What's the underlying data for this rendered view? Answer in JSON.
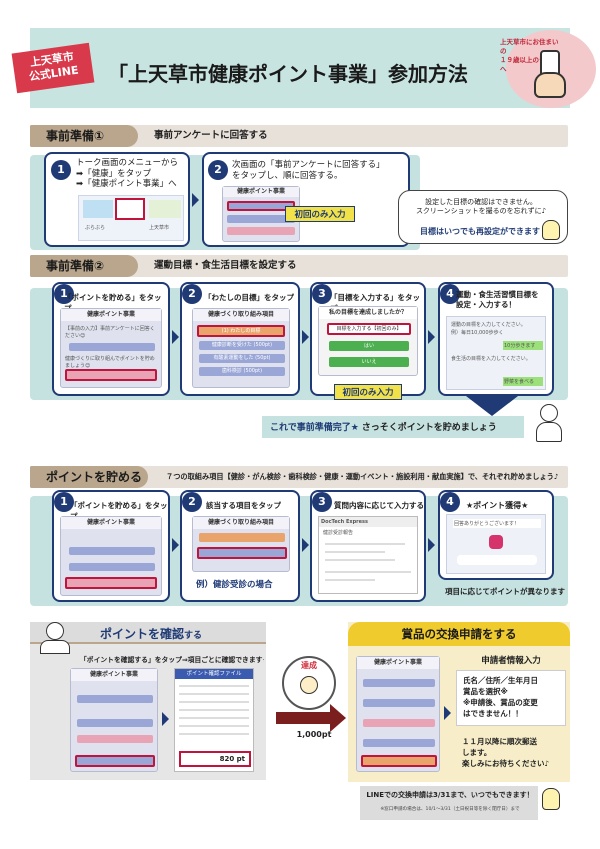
{
  "header": {
    "tag_line1": "上天草市",
    "tag_line2": "公式LINE",
    "title": "「上天草市健康ポイント事業」参加方法",
    "badge_line1": "上天草市にお住まいの",
    "badge_line2": "１９歳以上の皆さまへ"
  },
  "prep1": {
    "title": "事前準備①",
    "subtitle": "事前アンケートに回答する",
    "step1_num": "1",
    "step1_text1": "トーク画面のメニューから",
    "step1_text2": "➡「健康」をタップ",
    "step1_text3": "➡「健康ポイント事業」へ",
    "step1_menu1": "ぶらぶら",
    "step1_menu2": "上天草市",
    "step2_num": "2",
    "step2_text1": "次画面の「事前アンケートに回答する」",
    "step2_text2": "をタップし、順に回答する。",
    "step2_phone_title": "健康ポイント事業",
    "once_label": "初回のみ入力"
  },
  "bubble": {
    "line1": "設定した目標の確認はできません。",
    "line2": "スクリーンショットを撮るのを忘れずに♪",
    "reset": "目標はいつでも再設定ができます"
  },
  "prep2": {
    "title": "事前準備②",
    "subtitle": "運動目標・食生活目標を設定する",
    "s1_num": "1",
    "s1_label": "「ポイントを貯める」をタップ",
    "s1_phone_title": "健康ポイント事業",
    "s1_phone_text1": "【事前の入力】事前アンケートに回答ください😊",
    "s1_phone_text2": "健康づくりに取り組んでポイントを貯めましょう😊",
    "s2_num": "2",
    "s2_label": "「わたしの目標」をタップ",
    "s2_phone_title": "健康づくり取り組み項目",
    "s2_btn1": "(1) わたしの目標",
    "s2_btn2": "健康診断を受けた (500pt)",
    "s2_btn3": "有酸素運動をした (50pt)",
    "s2_btn4": "歯科検診 (500pt)",
    "s3_num": "3",
    "s3_label": "「目標を入力する」をタップ",
    "s3_phone_title": "私の目標を達成しましたか？",
    "s3_btn1": "目標を入力する【初回のみ】",
    "s3_btn2": "はい",
    "s3_btn3": "いいえ",
    "s3_once": "初回のみ入力",
    "s4_num": "4",
    "s4_label1": "運動・食生活習慣目標を",
    "s4_label2": "設定・入力する！",
    "s4_chat1": "運動の目標を入力してください。",
    "s4_chat2": "例）毎日10,000歩歩く",
    "s4_chat3": "10分歩きます",
    "s4_chat4": "食生活の目標を入力してください。",
    "s4_chat5": "野菜を食べる",
    "done_bold": "これで事前準備完了★",
    "done_rest": "さっそくポイントを貯めましょう"
  },
  "save": {
    "title": "ポイントを貯める",
    "subtitle": "７つの取組み項目【健診・がん検診・歯科検診・健康・運動イベント・施設利用・献血実施】で、それぞれ貯めましょう♪",
    "s1_num": "1",
    "s1_label": "「ポイントを貯める」をタップ",
    "s1_phone_title": "健康ポイント事業",
    "s2_num": "2",
    "s2_label": "該当する項目をタップ",
    "s2_phone_title": "健康づくり取り組み項目",
    "s2_example": "例）健診受診の場合",
    "s3_num": "3",
    "s3_label": "質問内容に応じて入力する",
    "s3_form_title": "DocTech Express",
    "s3_form_sub": "健診受診報告",
    "s4_num": "4",
    "s4_label": "★ポイント獲得★",
    "s4_chat": "回答ありがとうございます！",
    "s4_note": "項目に応じてポイントが異なります"
  },
  "check": {
    "title": "ポイントを確認",
    "title_suffix": "する",
    "subtitle": "「ポイントを確認する」をタップ⇒項目ごとに確認できます★",
    "phone1_title": "健康ポイント事業",
    "phone2_title": "ポイント確認ファイル",
    "points_value": "820 pt",
    "achieve": "達成",
    "pts": "1,000pt"
  },
  "prize": {
    "title": "賞品の交換申請をする",
    "phone_title": "健康ポイント事業",
    "info_title": "申請者情報入力",
    "info1": "氏名／住所／生年月日",
    "info2": "賞品を選択※",
    "info3": "※申請後、賞品の変更",
    "info4": "はできません！！",
    "ship1": "１１月以降に順次郵送",
    "ship2": "します。",
    "ship3": "楽しみにお待ちください♪",
    "deadline": "LINEでの交換申請は3/31まで、いつでもできます！",
    "deadline_note": "※窓口申請の場合は、10/1～3/31（土日祝日等を除く閉庁日）まで"
  }
}
